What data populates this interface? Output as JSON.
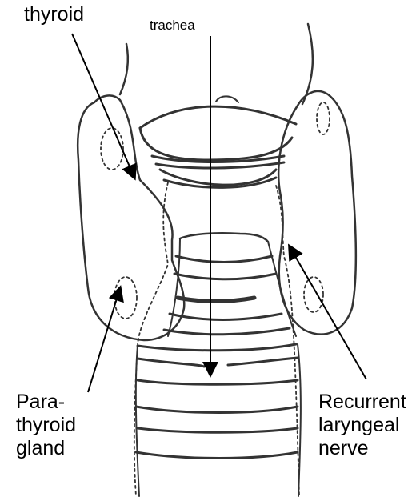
{
  "labels": {
    "thyroid": "thyroid",
    "trachea": "trachea",
    "parathyroid_lines": [
      "Para-",
      "thyroid",
      "gland"
    ],
    "recurrent_lines": [
      "Recurrent",
      "laryngeal",
      "nerve"
    ]
  },
  "colors": {
    "ink": "#333333",
    "background": "#ffffff"
  }
}
